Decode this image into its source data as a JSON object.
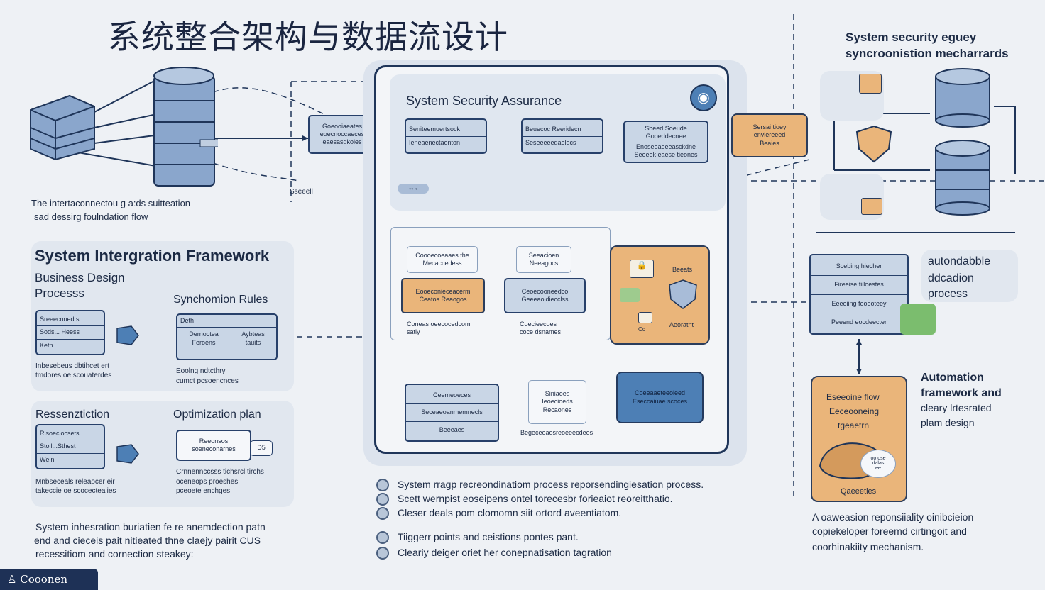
{
  "title": "系统整合架构与数据流设计",
  "top_left_caption": [
    "The intertaconnectou g a:ds suitteation",
    "sad dessirg foulndation flow"
  ],
  "left": {
    "framework_title": "System Intergration Framework",
    "business": [
      "Business Design",
      "Processs"
    ],
    "sync_rules": "Synchomion Rules",
    "list1": [
      "Sreeecnnedts",
      "Sods... Heess",
      "Ketn"
    ],
    "list1_caption": [
      "Inbesebeus dbtihcet ert",
      "tmdores oe scouaterdes"
    ],
    "rules_box": {
      "header": "Deth",
      "left": [
        "Dernoctea",
        "Feroens"
      ],
      "right": [
        "Aybteas",
        "tauits"
      ]
    },
    "rules_caption": [
      "Eoolng ndtcthry",
      "cumct pcsoencnces"
    ],
    "resse": "Ressenztiction",
    "optim": "Optimization plan",
    "list2": [
      "Risoeclocsets",
      "Stoil...Sthest",
      "Wein"
    ],
    "list2_caption": [
      "Mnbseceals releaocer eir",
      "takeccie oe scocectealies"
    ],
    "optim_box": [
      "Reeonsos",
      "soeneconarnes"
    ],
    "optim_tag": "D5",
    "optim_caption": [
      "Crnnennccsss tichsrcl tirchs",
      "oceneops proeshes",
      "pceoete enchges"
    ],
    "bottom_caption": [
      "System inhesration buriatien fe re anemdection patn",
      "end and cieceis pait nitieated thne claejy pairit CUS",
      "recessitiom and cornection steakey:"
    ],
    "logo": "Cooonen"
  },
  "center": {
    "security_title": "System Security Assurance",
    "eye_icon": "eye-icon",
    "tag": "Sseeell",
    "pill": "◦◦ ◦",
    "boxA": [
      "Goeooiaeates",
      "eoecnoccaeces",
      "eaesasdkoles"
    ],
    "boxB": [
      "Seniteemuertsock",
      "Ieneaenectaonton"
    ],
    "boxC": [
      "Beuecoc Reeridecn",
      "Seseeeeedaelocs"
    ],
    "boxD": [
      "Sbeed Soeude",
      "Gooeddecnee",
      "Enoseeaeeeasckdne",
      "Seeeek eaese tieones"
    ],
    "row2": {
      "w1": [
        "Coooecoeaaes the",
        "Mecaccedess"
      ],
      "w2": [
        "Seeacioen",
        "Neeagocs"
      ],
      "o1": [
        "Eooeconieceacerm",
        "Ceatos Reaogos"
      ],
      "b1": [
        "Ceoecooneedco",
        "Geeeaoidiecclss"
      ],
      "cap1": [
        "Coneas oeecocedcom",
        "satly"
      ],
      "cap2": [
        "Coecieecoes",
        "coce dsnames"
      ]
    },
    "hub": {
      "a": "Beeats",
      "b": "Aeoratnt",
      "c": "Cc"
    },
    "row3": {
      "list": [
        "Ceemeoeces",
        "Seceaeoanmemnecls",
        "Beeeaes"
      ],
      "w": [
        "Siniaoes",
        "Ieoecioeds",
        "Recaones"
      ],
      "b": [
        "Coeeaaeteeoleed",
        "Eseccaiuae scoces"
      ],
      "cap": "Begeceeaosreoeeecdees"
    },
    "bullets": [
      "System rragp recreondinatiom process reporsendingiesation process.",
      "Scett wernpist eoseipens ontel torecesbr forieaiot reoreitthatio.",
      "Cleser deals pom clomomn siit ortord aveentiatom.",
      "Tiiggerr points and ceistions pontes pant.",
      "Cleariy deiger oriet her conepnatisation tagration"
    ]
  },
  "right": {
    "title": [
      "System  security eguey",
      "syncroonistion mecharrards"
    ],
    "orange_box": [
      "Sersai tioey",
      "enviereeed",
      "Beaies"
    ],
    "list": [
      "Scebing hiecher",
      "Fireeise fiiloestes",
      "Eeeeiing feoeoteey",
      "Peeend eocdeecter"
    ],
    "auto": [
      "autondabble",
      "ddcadion",
      "process"
    ],
    "automation": [
      "Automation",
      "framework and",
      "cleary lrtesrated",
      "plam design"
    ],
    "ebox": [
      "Eseeoine flow",
      "Eeceooneing",
      "tgeaetrn"
    ],
    "ebox_badge": [
      "oo ose",
      "dalas",
      "ee"
    ],
    "ebox_foot": "Qaeeeties",
    "caption": [
      "A oaweasion reponsiiality oinibcieion",
      "copiekeloper foreemd cirtingoit and",
      "coorhinakiity mechanism."
    ]
  },
  "colors": {
    "accent": "#27406a",
    "orange": "#eab57a",
    "blue": "#4d7fb5",
    "light": "#c9d6e6"
  }
}
